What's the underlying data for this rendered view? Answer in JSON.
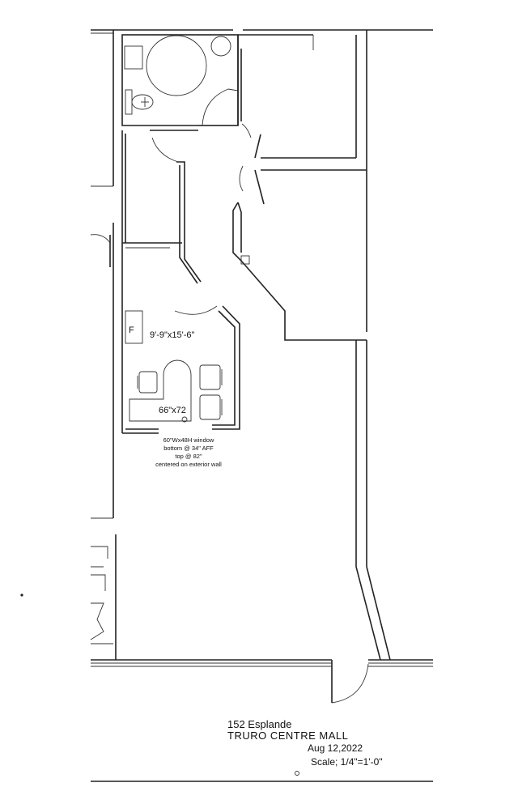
{
  "plan": {
    "file_cabinet_label": "F",
    "office_dimensions": "9'-9\"x15'-6\"",
    "desk_size": "66\"x72",
    "window_note": [
      "60\"Wx48H window",
      "bottom @ 34\" AFF",
      "top @ 82\"",
      "centered on exterior wall"
    ]
  },
  "title_block": {
    "address": "152 Esplande",
    "mall": "TRURO  CENTRE  MALL",
    "date": "Aug  12,2022",
    "scale": "Scale; 1/4\"=1'-0\""
  }
}
